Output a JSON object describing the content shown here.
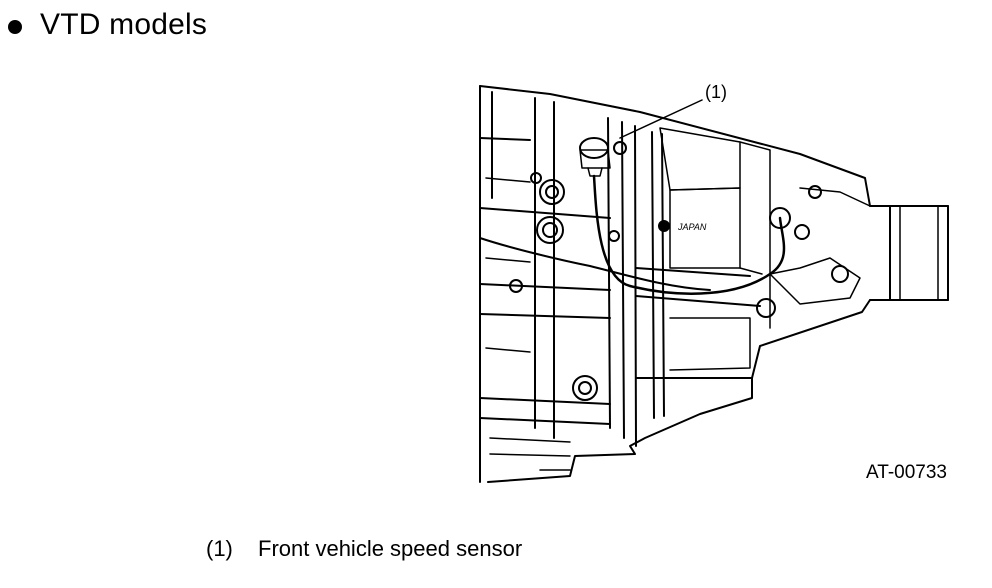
{
  "heading": {
    "text": "VTD models"
  },
  "figure": {
    "callout": "(1)",
    "figure_id": "AT-00733",
    "stamp_text": "JAPAN"
  },
  "legend": {
    "items": [
      {
        "number": "(1)",
        "label": "Front vehicle speed sensor"
      }
    ]
  }
}
